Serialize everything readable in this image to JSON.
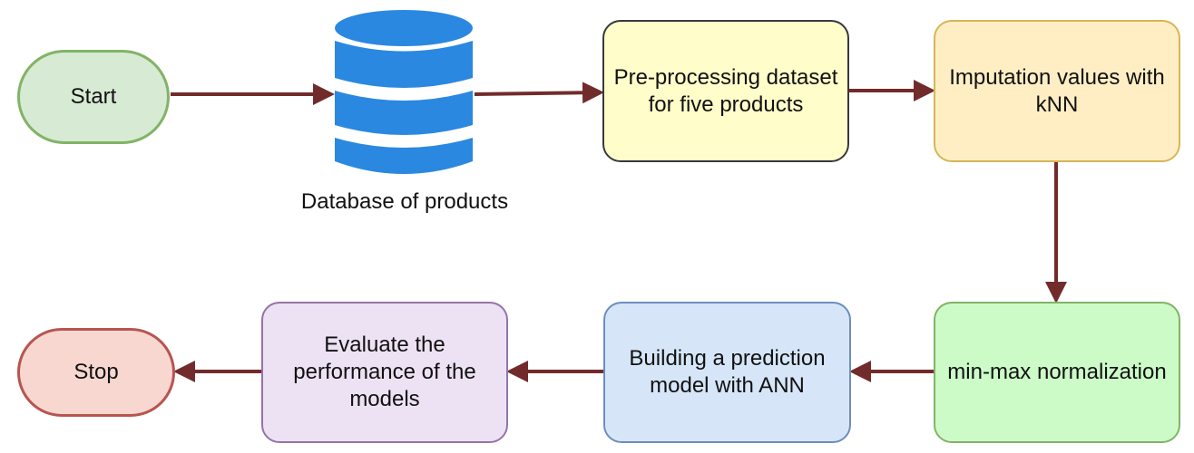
{
  "colors": {
    "arrow": "#722b2b",
    "database": "#2a88e0"
  },
  "nodes": {
    "start": {
      "label": "Start",
      "fill": "#d7ead3",
      "stroke": "#82b366"
    },
    "database": {
      "label": "Database of products",
      "icon": "database-icon"
    },
    "preprocess": {
      "label": "Pre-processing dataset for five products",
      "fill": "#fffdc9",
      "stroke": "#36393d"
    },
    "imputation": {
      "label": "Imputation values with kNN",
      "fill": "#ffeec4",
      "stroke": "#d6b656"
    },
    "normalization": {
      "label": "min-max normalization",
      "fill": "#ccfbc8",
      "stroke": "#82b366"
    },
    "build_model": {
      "label": "Building a prediction model with ANN",
      "fill": "#d6e6f8",
      "stroke": "#6c8ebf"
    },
    "evaluate": {
      "label": "Evaluate the performance of the models",
      "fill": "#ede2f4",
      "stroke": "#9673a6"
    },
    "stop": {
      "label": "Stop",
      "fill": "#f8d7d0",
      "stroke": "#b85450"
    }
  },
  "edges": [
    {
      "from": "start",
      "to": "database"
    },
    {
      "from": "database",
      "to": "preprocess"
    },
    {
      "from": "preprocess",
      "to": "imputation"
    },
    {
      "from": "imputation",
      "to": "normalization"
    },
    {
      "from": "normalization",
      "to": "build_model"
    },
    {
      "from": "build_model",
      "to": "evaluate"
    },
    {
      "from": "evaluate",
      "to": "stop"
    }
  ]
}
